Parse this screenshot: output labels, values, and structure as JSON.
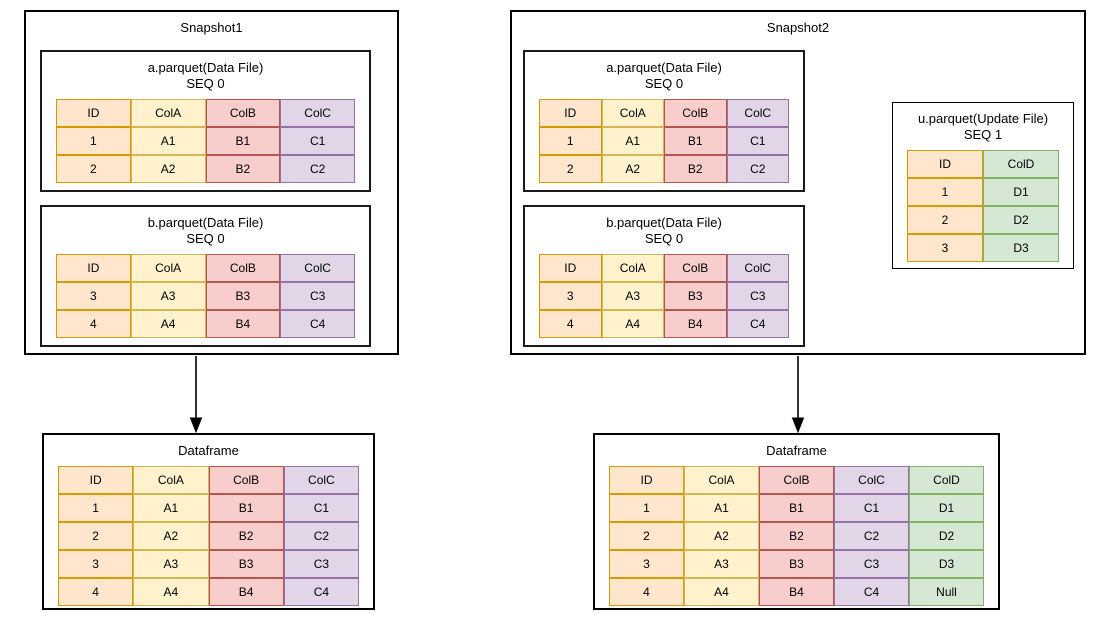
{
  "palette": {
    "ID": {
      "fill": "#ffe6cc",
      "stroke": "#d79b00"
    },
    "ColA": {
      "fill": "#fff2cc",
      "stroke": "#d6b656"
    },
    "ColB": {
      "fill": "#f8cecc",
      "stroke": "#b85450"
    },
    "ColC": {
      "fill": "#e1d5e7",
      "stroke": "#9673a6"
    },
    "ColD": {
      "fill": "#d5e8d4",
      "stroke": "#82b366"
    }
  },
  "arrow_color": "#000000",
  "snapshot1": {
    "title": "Snapshot1",
    "files": [
      {
        "title": "a.parquet(Data File)",
        "seq": "SEQ 0",
        "columns": [
          "ID",
          "ColA",
          "ColB",
          "ColC"
        ],
        "col_colors": [
          "ID",
          "ColA",
          "ColB",
          "ColC"
        ],
        "rows": [
          [
            "1",
            "A1",
            "B1",
            "C1"
          ],
          [
            "2",
            "A2",
            "B2",
            "C2"
          ]
        ]
      },
      {
        "title": "b.parquet(Data File)",
        "seq": "SEQ 0",
        "columns": [
          "ID",
          "ColA",
          "ColB",
          "ColC"
        ],
        "col_colors": [
          "ID",
          "ColA",
          "ColB",
          "ColC"
        ],
        "rows": [
          [
            "3",
            "A3",
            "B3",
            "C3"
          ],
          [
            "4",
            "A4",
            "B4",
            "C4"
          ]
        ]
      }
    ]
  },
  "snapshot2": {
    "title": "Snapshot2",
    "files": [
      {
        "title": "a.parquet(Data File)",
        "seq": "SEQ 0",
        "columns": [
          "ID",
          "ColA",
          "ColB",
          "ColC"
        ],
        "col_colors": [
          "ID",
          "ColA",
          "ColB",
          "ColC"
        ],
        "rows": [
          [
            "1",
            "A1",
            "B1",
            "C1"
          ],
          [
            "2",
            "A2",
            "B2",
            "C2"
          ]
        ]
      },
      {
        "title": "b.parquet(Data File)",
        "seq": "SEQ 0",
        "columns": [
          "ID",
          "ColA",
          "ColB",
          "ColC"
        ],
        "col_colors": [
          "ID",
          "ColA",
          "ColB",
          "ColC"
        ],
        "rows": [
          [
            "3",
            "A3",
            "B3",
            "C3"
          ],
          [
            "4",
            "A4",
            "B4",
            "C4"
          ]
        ]
      }
    ],
    "update_file": {
      "title": "u.parquet(Update File)",
      "seq": "SEQ 1",
      "columns": [
        "ID",
        "ColD"
      ],
      "col_colors": [
        "ID",
        "ColD"
      ],
      "rows": [
        [
          "1",
          "D1"
        ],
        [
          "2",
          "D2"
        ],
        [
          "3",
          "D3"
        ]
      ]
    }
  },
  "dataframe1": {
    "title": "Dataframe",
    "columns": [
      "ID",
      "ColA",
      "ColB",
      "ColC"
    ],
    "col_colors": [
      "ID",
      "ColA",
      "ColB",
      "ColC"
    ],
    "rows": [
      [
        "1",
        "A1",
        "B1",
        "C1"
      ],
      [
        "2",
        "A2",
        "B2",
        "C2"
      ],
      [
        "3",
        "A3",
        "B3",
        "C3"
      ],
      [
        "4",
        "A4",
        "B4",
        "C4"
      ]
    ]
  },
  "dataframe2": {
    "title": "Dataframe",
    "columns": [
      "ID",
      "ColA",
      "ColB",
      "ColC",
      "ColD"
    ],
    "col_colors": [
      "ID",
      "ColA",
      "ColB",
      "ColC",
      "ColD"
    ],
    "rows": [
      [
        "1",
        "A1",
        "B1",
        "C1",
        "D1"
      ],
      [
        "2",
        "A2",
        "B2",
        "C2",
        "D2"
      ],
      [
        "3",
        "A3",
        "B3",
        "C3",
        "D3"
      ],
      [
        "4",
        "A4",
        "B4",
        "C4",
        "Null"
      ]
    ]
  },
  "arrows": [
    {
      "from": "snapshot1",
      "to": "dataframe1"
    },
    {
      "from": "snapshot2",
      "to": "dataframe2"
    }
  ]
}
